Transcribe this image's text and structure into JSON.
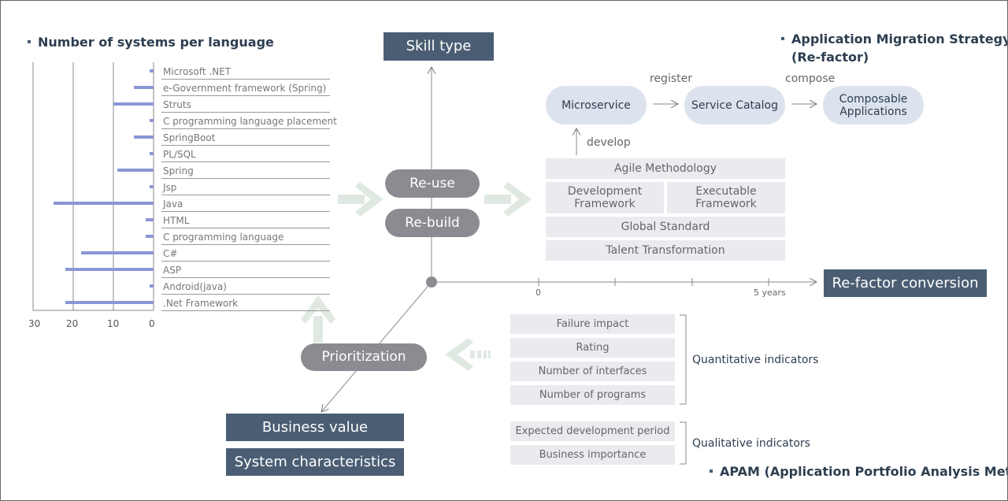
{
  "chart_title": "Number of systems per language",
  "chart_data": {
    "type": "bar",
    "orientation": "horizontal",
    "categories": [
      "Microsoft .NET",
      "e-Government framework (Spring)",
      "Struts",
      "C programming language placement",
      "SpringBoot",
      "PL/SQL",
      "Spring",
      "Jsp",
      "Java",
      "HTML",
      "C programming language",
      "C#",
      "ASP",
      "Android(java)",
      ".Net Framework"
    ],
    "values": [
      1,
      5,
      10,
      1,
      5,
      1,
      9,
      1,
      25,
      2,
      2,
      18,
      22,
      1,
      22
    ],
    "x_ticks": [
      "30",
      "20",
      "10",
      "0"
    ],
    "xlim": [
      30,
      0
    ],
    "grid": true,
    "color": "#8b96d6"
  },
  "diagram": {
    "skill_type": "Skill type",
    "refactor_conversion": "Re-factor conversion",
    "business_value": "Business value",
    "system_characteristics": "System characteristics",
    "reuse": "Re-use",
    "rebuild": "Re-build",
    "prioritization": "Prioritization",
    "axis_start": "0",
    "axis_end": "5 years"
  },
  "strategy": {
    "title_line1": "Application Migration Strategy",
    "title_line2": "(Re-factor)",
    "register": "register",
    "compose": "compose",
    "develop": "develop",
    "microservice": "Microservice",
    "service_catalog": "Service Catalog",
    "composable_line1": "Composable",
    "composable_line2": "Applications",
    "agile": "Agile Methodology",
    "dev_fw_line1": "Development",
    "dev_fw_line2": "Framework",
    "exec_fw_line1": "Executable",
    "exec_fw_line2": "Framework",
    "global_standard": "Global Standard",
    "talent": "Talent Transformation"
  },
  "apam": {
    "quantitative": [
      "Failure impact",
      "Rating",
      "Number of interfaces",
      "Number of programs"
    ],
    "quantitative_label": "Quantitative indicators",
    "qualitative": [
      "Expected development period",
      "Business importance"
    ],
    "qualitative_label": "Qualitative indicators",
    "title": "APAM (Application Portfolio Analysis Method)"
  },
  "colors": {
    "dark": "#4a5d73",
    "pill": "#8a8c91",
    "oval": "#dde3ee",
    "grey_box": "#e9ebee",
    "bar": "#8b96d6",
    "arrow_green": "#dfe9e2"
  }
}
